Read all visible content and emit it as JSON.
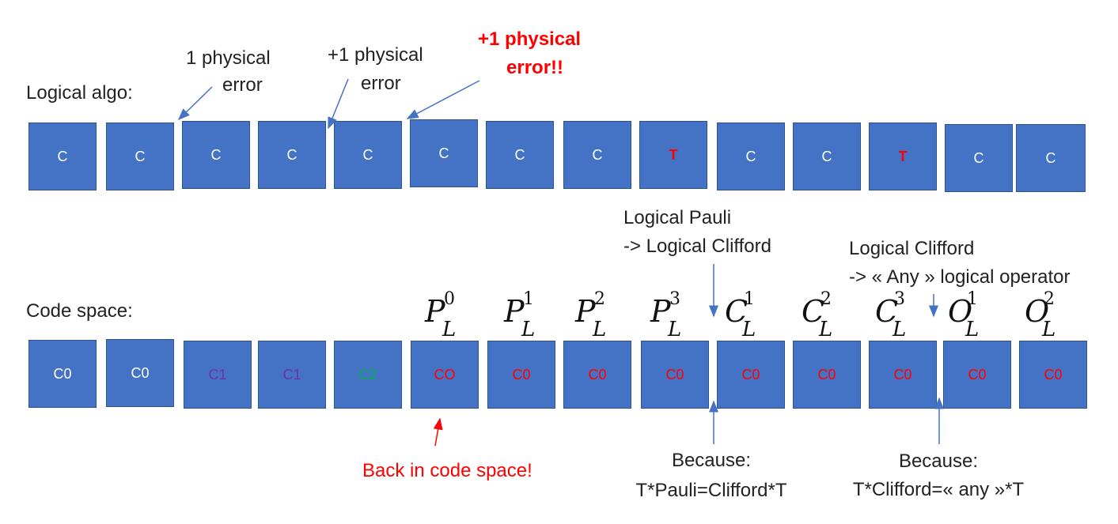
{
  "labels": {
    "logical_algo": "Logical algo:",
    "code_space": "Code space:"
  },
  "annotations": {
    "err1_line1": "1 physical",
    "err1_line2": "error",
    "err2_line1": "+1 physical",
    "err2_line2": "error",
    "err3_line1": "+1 physical",
    "err3_line2": "error!!",
    "pauli_line1": "Logical Pauli",
    "pauli_line2": "-> Logical Clifford",
    "clifford_line1": "Logical Clifford",
    "clifford_line2": "-> « Any » logical operator",
    "back": "Back in code space!",
    "because1_line1": "Because:",
    "because1_line2": "T*Pauli=Clifford*T",
    "because2_line1": "Because:",
    "because2_line2": "T*Clifford=« any »*T"
  },
  "logical_row": [
    {
      "text": "C",
      "color": "#ffffff"
    },
    {
      "text": "C",
      "color": "#ffffff"
    },
    {
      "text": "C",
      "color": "#ffffff"
    },
    {
      "text": "C",
      "color": "#ffffff"
    },
    {
      "text": "C",
      "color": "#ffffff"
    },
    {
      "text": "C",
      "color": "#ffffff"
    },
    {
      "text": "C",
      "color": "#ffffff"
    },
    {
      "text": "C",
      "color": "#ffffff"
    },
    {
      "text": "T",
      "color": "#ff0000"
    },
    {
      "text": "C",
      "color": "#ffffff"
    },
    {
      "text": "C",
      "color": "#ffffff"
    },
    {
      "text": "T",
      "color": "#ff0000"
    },
    {
      "text": "C",
      "color": "#ffffff"
    },
    {
      "text": "C",
      "color": "#ffffff"
    }
  ],
  "code_row": [
    {
      "text": "C0",
      "color": "#ffffff"
    },
    {
      "text": "C0",
      "color": "#ffffff"
    },
    {
      "text": "C1",
      "color": "#7030a0"
    },
    {
      "text": "C1",
      "color": "#7030a0"
    },
    {
      "text": "C2",
      "color": "#00b050"
    },
    {
      "text": "CO",
      "color": "#ff0000"
    },
    {
      "text": "C0",
      "color": "#ff0000"
    },
    {
      "text": "C0",
      "color": "#ff0000"
    },
    {
      "text": "C0",
      "color": "#ff0000"
    },
    {
      "text": "C0",
      "color": "#ff0000"
    },
    {
      "text": "C0",
      "color": "#ff0000"
    },
    {
      "text": "C0",
      "color": "#ff0000"
    },
    {
      "text": "C0",
      "color": "#ff0000"
    },
    {
      "text": "C0",
      "color": "#ff0000"
    }
  ],
  "operators": [
    {
      "base": "P",
      "sub": "L",
      "sup": "0"
    },
    {
      "base": "P",
      "sub": "L",
      "sup": "1"
    },
    {
      "base": "P",
      "sub": "L",
      "sup": "2"
    },
    {
      "base": "P",
      "sub": "L",
      "sup": "3"
    },
    {
      "base": "C",
      "sub": "L",
      "sup": "1"
    },
    {
      "base": "C",
      "sub": "L",
      "sup": "2"
    },
    {
      "base": "C",
      "sub": "L",
      "sup": "3"
    },
    {
      "base": "O",
      "sub": "L",
      "sup": "1"
    },
    {
      "base": "O",
      "sub": "L",
      "sup": "2"
    }
  ],
  "colors": {
    "box_fill": "#4472c4",
    "box_border": "#2f528f",
    "arrow_blue": "#4472c4",
    "highlight_red": "#ff0000"
  }
}
